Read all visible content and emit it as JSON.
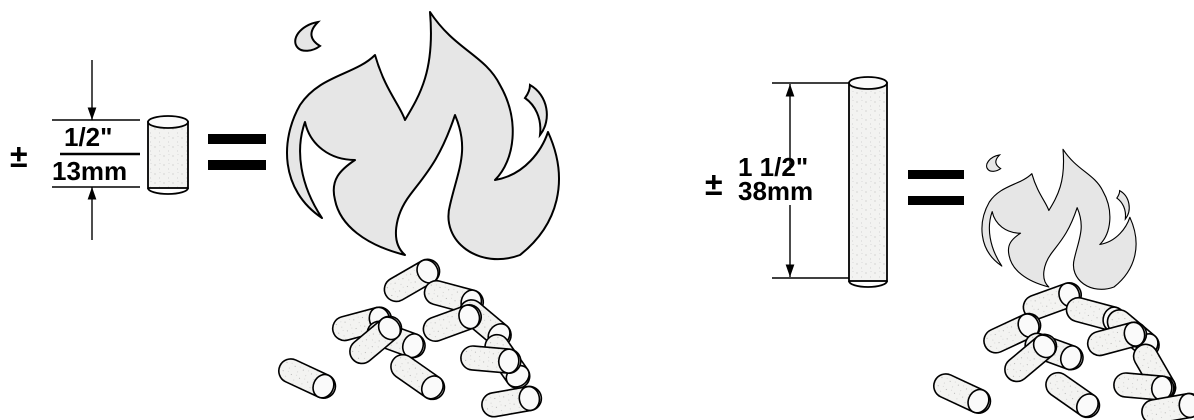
{
  "left_panel": {
    "plusminus": "±",
    "dimension_in": "1/2\"",
    "dimension_mm": "13mm"
  },
  "right_panel": {
    "plusminus": "±",
    "dimension_in": "1 1/2\"",
    "dimension_mm": "38mm"
  },
  "colors": {
    "flame_fill": "#e6e6e6",
    "pellet_fill": "#f3f3f1",
    "stroke": "#000000"
  },
  "icons": [
    "short-pellet",
    "long-pellet",
    "large-flame",
    "small-flame",
    "pellet-pile",
    "equals-sign",
    "dimension-arrow"
  ]
}
